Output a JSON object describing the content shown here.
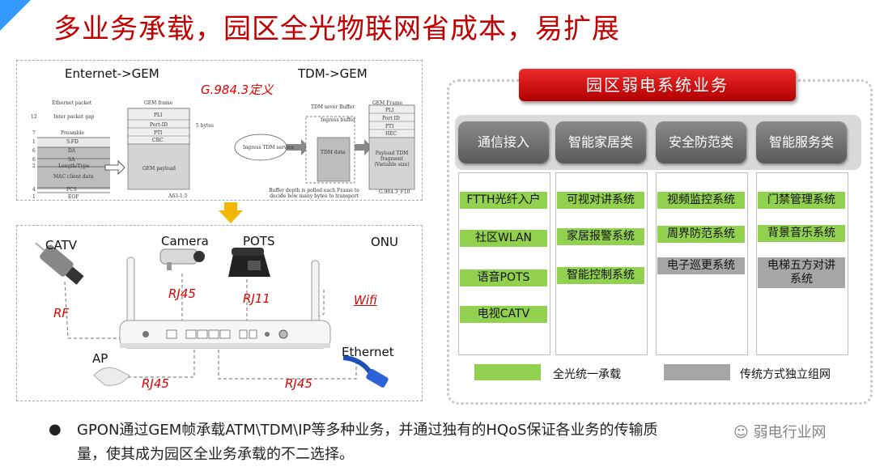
{
  "title": "多业务承载，园区全光物联网省成本，易扩展",
  "top_diagram": {
    "left_header": "Enternet->GEM",
    "standard": "G.984.3定义",
    "right_header": "TDM->GEM",
    "eth_fields": [
      "Ethernet packet",
      "Inter packet gap",
      "Preamble",
      "S.FD",
      "DA",
      "SA",
      "Length/Type",
      "MAC client data",
      "FCS",
      "EOF"
    ],
    "eth_numbers": [
      "12",
      "7",
      "1",
      "6",
      "6",
      "2",
      "4",
      "1"
    ],
    "gem_fields": [
      "GEM frame",
      "PLI",
      "Port-ID",
      "PTI",
      "CRC",
      "GEM payload"
    ],
    "gem_bytes": "5 bytes",
    "tdm_service": "Ingress TDM service",
    "tdm_buffer_title": "TDM sever Buffer",
    "tdm_ingress": "Ingress buffer",
    "tdm_data": "TDM data",
    "tdm_gem_fields": [
      "GEM Frame",
      "PLI",
      "Port ID",
      "PTI",
      "HEC",
      "Payload TDM fragment (Variable size)"
    ],
    "tdm_note": "Buffer depth is polled each Frame to decide how many bytes to transport",
    "fig_left": "A63-1.5",
    "fig_right": "G.984.3_F10"
  },
  "bottom_diagram": {
    "onu": "ONU",
    "catv": "CATV",
    "camera": "Camera",
    "pots": "POTS",
    "ap": "AP",
    "ethernet": "Ethernet",
    "rf": "RF",
    "rj45_camera": "RJ45",
    "rj11": "RJ11",
    "wifi": "Wifi",
    "rj45_ap": "RJ45",
    "rj45_eth": "RJ45"
  },
  "right_panel": {
    "banner": "园区弱电系统业务",
    "categories": [
      {
        "name": "通信接入",
        "items": [
          {
            "text": "FTTH光纤入户",
            "kind": "green"
          },
          {
            "text": "社区WLAN",
            "kind": "green"
          },
          {
            "text": "语音POTS",
            "kind": "green"
          },
          {
            "text": "电视CATV",
            "kind": "green"
          }
        ]
      },
      {
        "name": "智能家居类",
        "items": [
          {
            "text": "可视对讲系统",
            "kind": "green"
          },
          {
            "text": "家居报警系统",
            "kind": "green"
          },
          {
            "text": "智能控制系统",
            "kind": "green"
          }
        ]
      },
      {
        "name": "安全防范类",
        "items": [
          {
            "text": "视频监控系统",
            "kind": "green"
          },
          {
            "text": "周界防范系统",
            "kind": "green"
          },
          {
            "text": "电子巡更系统",
            "kind": "gray"
          }
        ]
      },
      {
        "name": "智能服务类",
        "items": [
          {
            "text": "门禁管理系统",
            "kind": "green"
          },
          {
            "text": "背景音乐系统",
            "kind": "green"
          },
          {
            "text": "电梯五方对讲系统",
            "kind": "gray"
          }
        ]
      }
    ],
    "legend_green": "全光统一承载",
    "legend_gray": "传统方式独立组网",
    "colors": {
      "green": "#92d050",
      "gray": "#a6a6a6",
      "banner": "#d81e1e",
      "title": "#c00000"
    }
  },
  "bottom_text": {
    "line1": "GPON通过GEM帧承载ATM\\TDM\\IP等多种业务，并通过独有的HQoS保证各业务的传输质",
    "line2": "量，使其成为园区全业务承载的不二选择。",
    "watermark": "弱电行业网"
  }
}
